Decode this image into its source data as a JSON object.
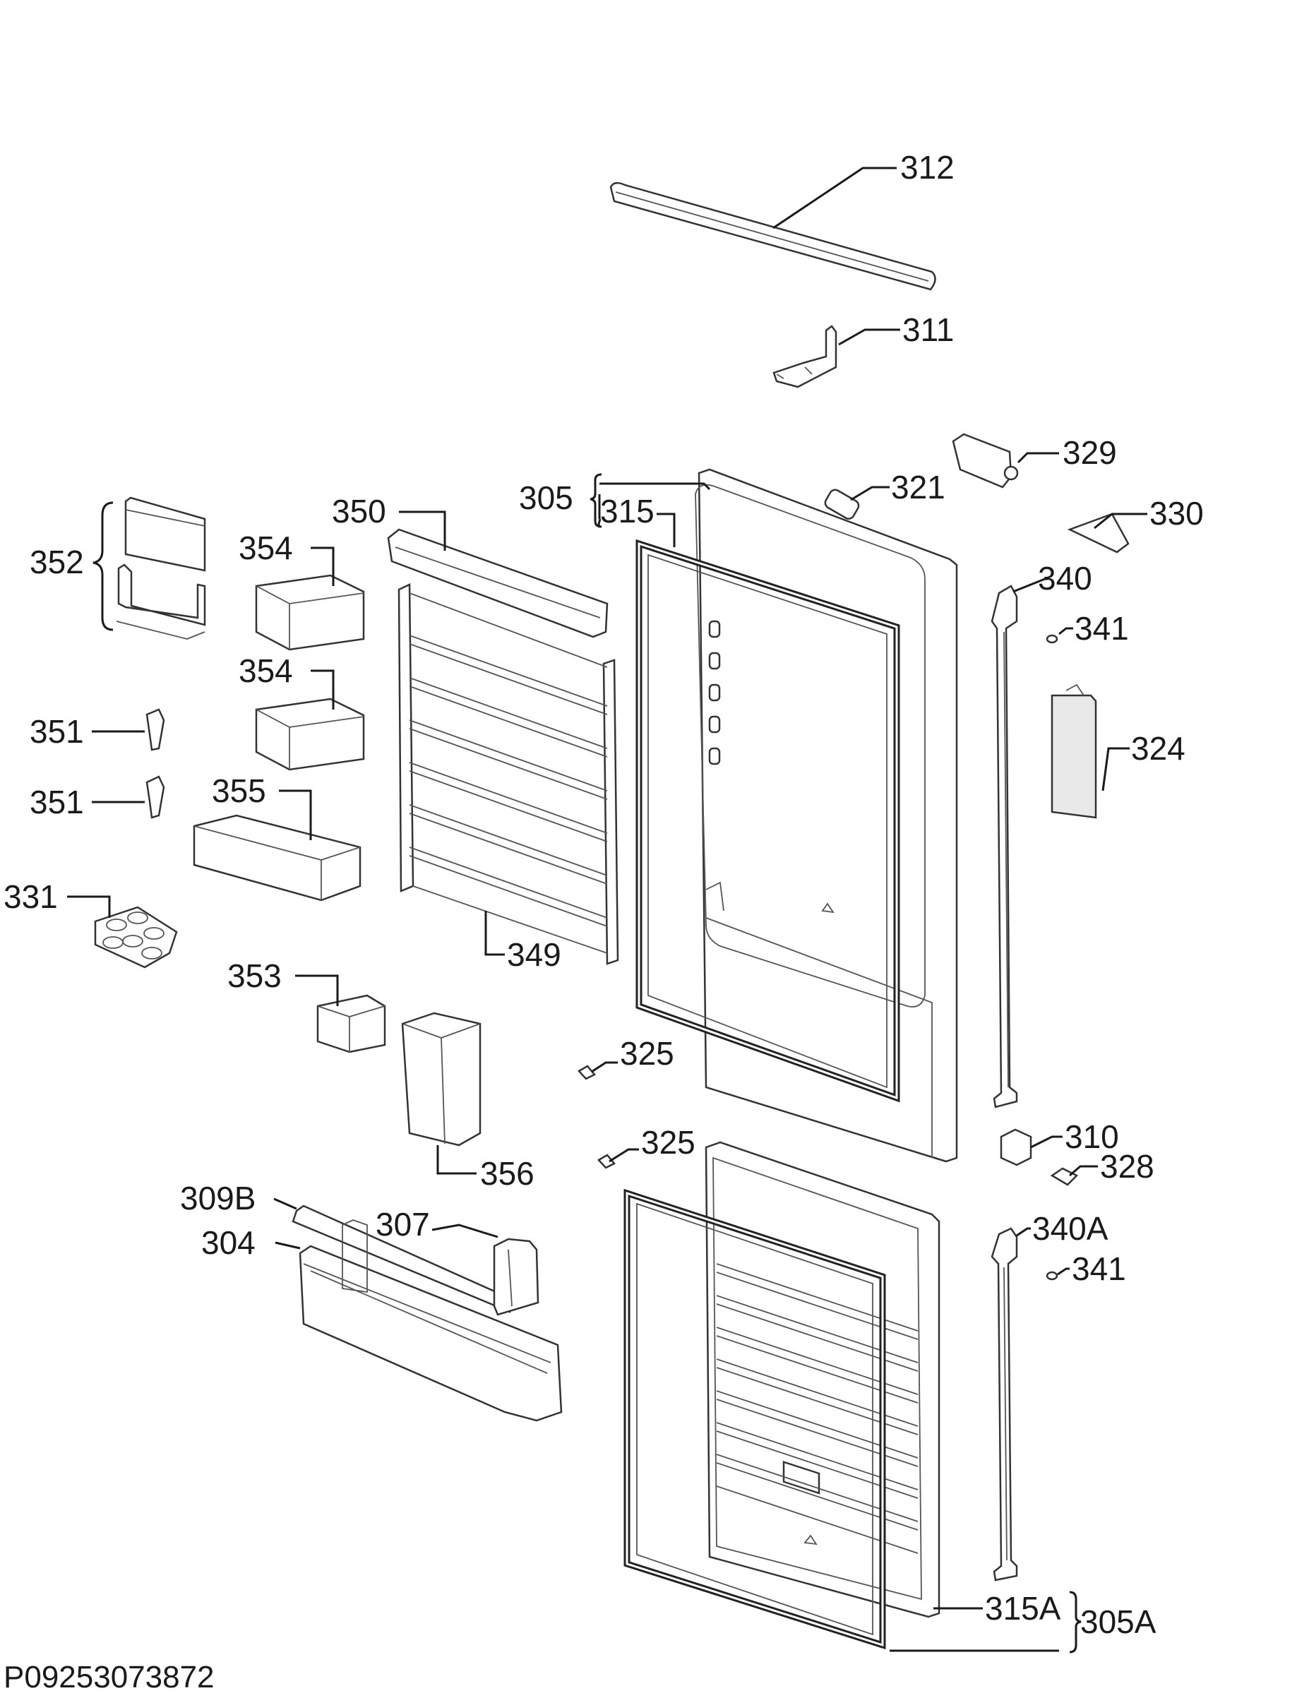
{
  "diagram": {
    "code": "P09253073872",
    "labels": {
      "l312": "312",
      "l311": "311",
      "l329": "329",
      "l321": "321",
      "l305": "305",
      "l315": "315",
      "l350": "350",
      "l354a": "354",
      "l352": "352",
      "l330": "330",
      "l340": "340",
      "l341a": "341",
      "l354b": "354",
      "l351a": "351",
      "l324": "324",
      "l351b": "351",
      "l355": "355",
      "l331": "331",
      "l349": "349",
      "l353": "353",
      "l325a": "325",
      "l310": "310",
      "l325b": "325",
      "l328": "328",
      "l356": "356",
      "l309B": "309B",
      "l307": "307",
      "l340A": "340A",
      "l304": "304",
      "l341b": "341",
      "l315A": "315A",
      "l305A": "305A"
    }
  }
}
